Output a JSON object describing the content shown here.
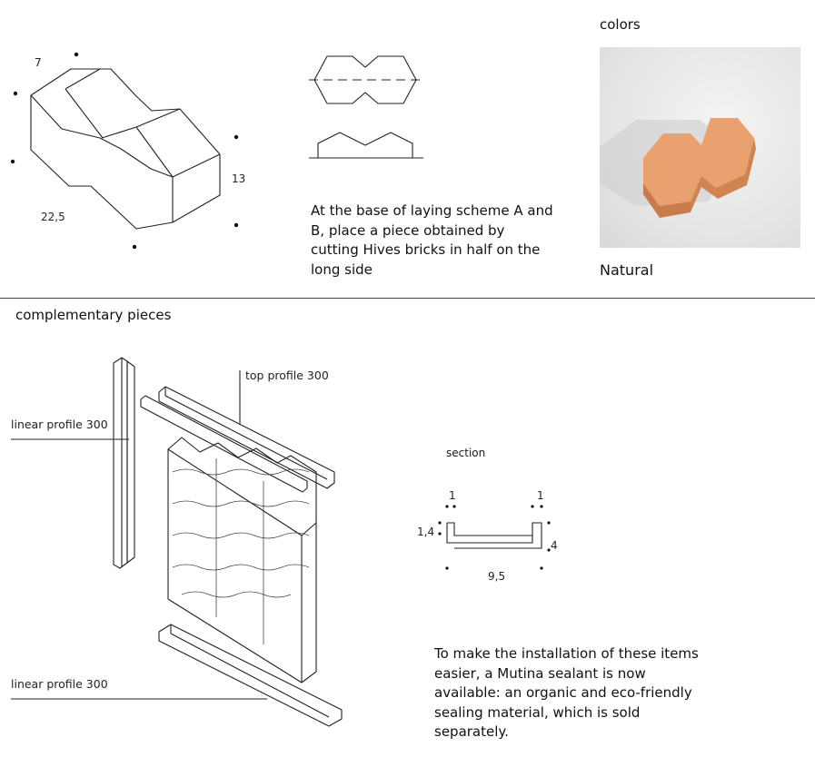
{
  "top_section": {
    "dimensions": {
      "width_top": "7",
      "length": "22,5",
      "height": "13"
    },
    "instructions": "At the base of laying scheme A and B, place a piece obtained by cutting Hives bricks in half on the long side",
    "colors_heading": "colors",
    "color_name": "Natural",
    "color_swatch_hex": "#e59a66"
  },
  "complementary": {
    "heading": "complementary pieces",
    "labels": {
      "top_profile": "top profile 300",
      "linear_profile_left": "linear profile 300",
      "linear_profile_bottom": "linear profile 300"
    },
    "section": {
      "title": "section",
      "dim_left_top": "1",
      "dim_right_top": "1",
      "dim_side": "1,4",
      "dim_height": "4",
      "dim_width": "9,5"
    },
    "note": "To make the installation of these items easier, a Mutina sealant is now available: an organic and eco-friendly sealing material, which is sold separately."
  }
}
